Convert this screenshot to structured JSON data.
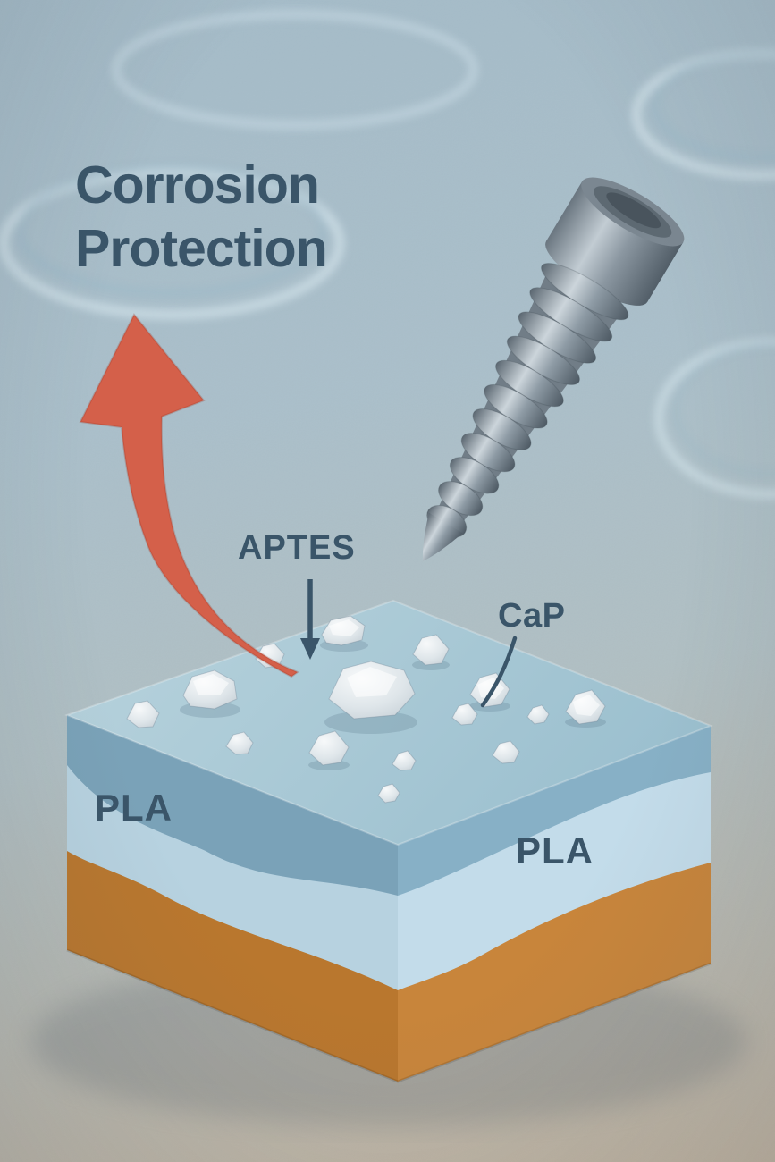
{
  "scene": {
    "title_line1": "Corrosion",
    "title_line2": "Protection"
  },
  "annotations": {
    "aptes_label": "APTES",
    "cap_label": "CaP",
    "pla_left_label": "PLA",
    "pla_right_label": "PLA"
  },
  "icons": {
    "red_curved_arrow": "upward-curved-arrow",
    "aptes_pointer": "down-arrow",
    "cap_pointer": "curved-pointer-line",
    "screw": "metal-bone-screw",
    "block": "layered-coating-sample-block",
    "particles": "cap-mineral-particles",
    "background": "petri-dish-rings"
  },
  "colors": {
    "background_top": "#a4bbc8",
    "background_bottom": "#c0b3a0",
    "title_text": "#3a5569",
    "label_text": "#3a5569",
    "pointer_dark": "#3a5569",
    "arrow_red": "#d4604a",
    "surface_top": "#aecdd8",
    "coating_left": "#7aa2b8",
    "coating_right": "#87b0c6",
    "pla_left": "#b7d2e0",
    "pla_right": "#c3dcea",
    "substrate_left": "#b9772e",
    "substrate_right": "#c8853b",
    "particle": "#e6ebee",
    "screw_metal": "#98a5af"
  }
}
